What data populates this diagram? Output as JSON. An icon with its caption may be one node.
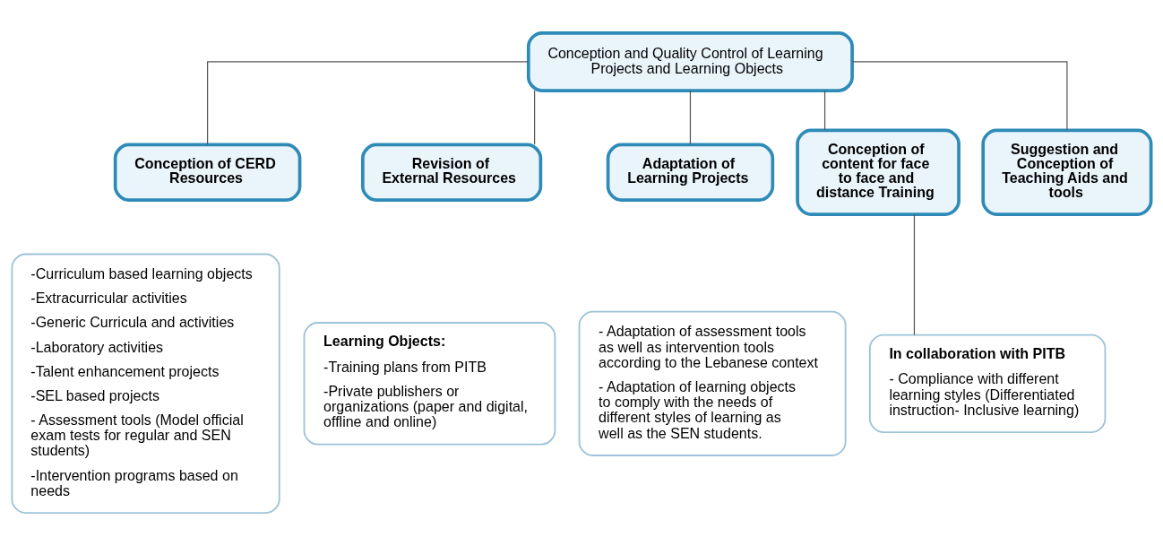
{
  "diagram": {
    "nodes": [
      {
        "text": [
          "Conception and Quality Control of Learning Projects and Learning Objects"
        ]
      },
      {
        "text": [
          "Conception of CERD Resources"
        ]
      },
      {
        "text": [
          "Revision of External Resources"
        ]
      },
      {
        "text": [
          "Adaptation of Learning Projects"
        ]
      },
      {
        "text": [
          "Conception of content for face to face and distance Training"
        ]
      },
      {
        "text": [
          "Suggestion and Conception of Teaching Aids and tools"
        ]
      },
      {
        "text": [
          "-Curriculum based learning objects",
          "-Extracurricular activities",
          "-Generic Curricula and activities",
          "-Laboratory activities",
          "-Talent enhancement projects",
          "-SEL based projects",
          "- Assessment tools (Model official exam tests for regular and SEN students)",
          "-Intervention programs based on needs"
        ]
      },
      {
        "text": [
          "Learning Objects:",
          "-Training plans from PITB",
          "-Private publishers or organizations (paper and digital, offline and online)"
        ]
      },
      {
        "text": [
          "- Adaptation of assessment tools as well as intervention tools according to the Lebanese context",
          "- Adaptation of learning objects to comply with the needs of different styles of learning as well as the SEN students."
        ]
      },
      {
        "text": [
          "In collaboration with PITB",
          "- Compliance with different learning styles (Differentiated instruction- Inclusive learning)"
        ]
      }
    ],
    "edges": [
      {
        "from": 0,
        "to": 1,
        "arrow": "none"
      },
      {
        "from": 0,
        "to": 2,
        "arrow": "none"
      },
      {
        "from": 0,
        "to": 3,
        "arrow": "none"
      },
      {
        "from": 0,
        "to": 4,
        "arrow": "none"
      },
      {
        "from": 0,
        "to": 5,
        "arrow": "none"
      },
      {
        "from": 4,
        "to": 9,
        "arrow": "none"
      }
    ]
  }
}
